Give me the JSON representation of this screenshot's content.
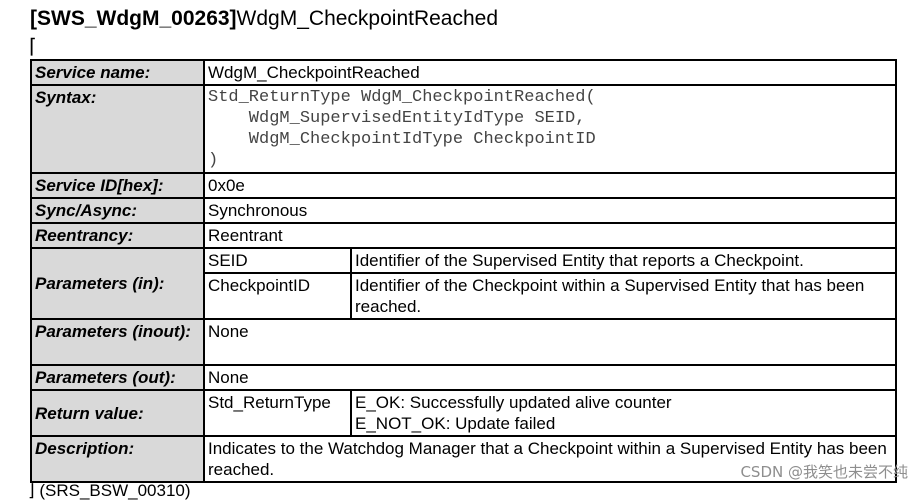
{
  "heading": {
    "id": "[SWS_WdgM_00263]",
    "name": "WdgM_CheckpointReached"
  },
  "open_bracket": "⌈",
  "rows": {
    "service_name": {
      "label": "Service name:",
      "value": "WdgM_CheckpointReached"
    },
    "syntax": {
      "label": "Syntax:",
      "lines": [
        "Std_ReturnType WdgM_CheckpointReached(",
        "    WdgM_SupervisedEntityIdType SEID,",
        "    WdgM_CheckpointIdType CheckpointID",
        ")"
      ]
    },
    "service_id": {
      "label": "Service ID[hex]:",
      "value": "0x0e"
    },
    "sync": {
      "label": "Sync/Async:",
      "value": "Synchronous"
    },
    "reentrancy": {
      "label": "Reentrancy:",
      "value": "Reentrant"
    },
    "params_in": {
      "label": "Parameters (in):",
      "items": [
        {
          "name": "SEID",
          "desc": "Identifier of the Supervised Entity that reports a Checkpoint."
        },
        {
          "name": "CheckpointID",
          "desc": "Identifier of the Checkpoint within a Supervised Entity that has been reached."
        }
      ]
    },
    "params_inout": {
      "label": "Parameters (inout):",
      "value": "None"
    },
    "params_out": {
      "label": "Parameters (out):",
      "value": "None"
    },
    "return_value": {
      "label": "Return value:",
      "type": "Std_ReturnType",
      "lines": [
        "E_OK: Successfully updated alive counter",
        "E_NOT_OK: Update failed"
      ]
    },
    "description": {
      "label": "Description:",
      "value": "Indicates to the Watchdog Manager that a Checkpoint within a Supervised Entity has been reached."
    }
  },
  "footer": "⌋ (SRS_BSW_00310)",
  "watermark": "CSDN @我笑也未尝不纯"
}
